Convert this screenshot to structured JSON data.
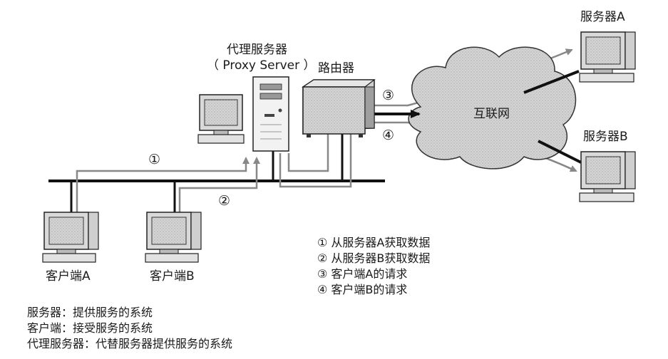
{
  "proxy": {
    "name": "代理服务器",
    "subtitle": "（ Proxy Server ）"
  },
  "router": "路由器",
  "internet": "互联网",
  "servers": {
    "a": "服务器A",
    "b": "服务器B"
  },
  "clients": {
    "a": "客户端A",
    "b": "客户端B"
  },
  "markers": {
    "m1": "①",
    "m2": "②",
    "m3": "③",
    "m4": "④"
  },
  "legend": [
    "① 从服务器A获取数据",
    "② 从服务器B获取数据",
    "③ 客户端A的请求",
    "④ 客户端B的请求"
  ],
  "definitions": [
    "服务器：提供服务的系统",
    "客户端：接受服务的系统",
    "代理服务器：代替服务器提供服务的系统"
  ]
}
